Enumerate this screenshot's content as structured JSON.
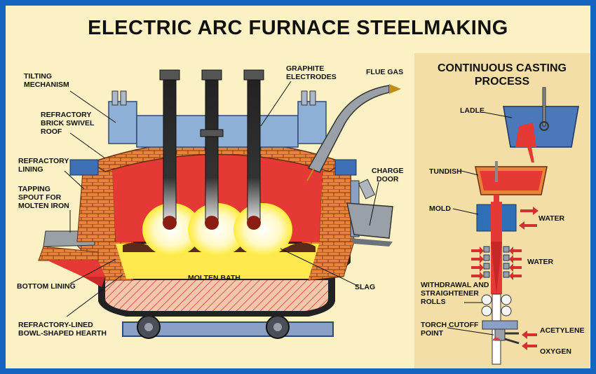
{
  "title": "ELECTRIC ARC FURNACE STEELMAKING",
  "furnace": {
    "labels": {
      "tilting": [
        "TILTING",
        "MECHANISM"
      ],
      "roof": [
        "REFRACTORY",
        "BRICK SWIVEL",
        "ROOF"
      ],
      "lining": [
        "REFRACTORY",
        "LINING"
      ],
      "spout": [
        "TAPPING",
        "SPOUT FOR",
        "MOLTEN IRON"
      ],
      "bottom": "BOTTOM LINING",
      "hearth": [
        "REFRACTORY-LINED",
        "BOWL-SHAPED HEARTH"
      ],
      "electrodes": [
        "GRAPHITE",
        "ELECTRODES"
      ],
      "flue": "FLUE GAS",
      "door": [
        "CHARGE",
        "DOOR"
      ],
      "slag": "SLAG",
      "bath": "MOLTEN BATH"
    }
  },
  "casting": {
    "title": [
      "CONTINUOUS CASTING",
      "PROCESS"
    ],
    "labels": {
      "ladle": "LADLE",
      "tundish": "TUNDISH",
      "mold": "MOLD",
      "water1": "WATER",
      "water2": "WATER",
      "withdrawal": [
        "WITHDRAWAL AND",
        "STRAIGHTENER",
        "ROLLS"
      ],
      "torch": [
        "TORCH CUTOFF",
        "POINT"
      ],
      "acetylene": "ACETYLENE",
      "oxygen": "OXYGEN"
    }
  },
  "colors": {
    "border": "#1565c0",
    "background": "#fbf1c4",
    "panel": "#f3dfa6",
    "molten": "#e53935",
    "brick": "#e8833a",
    "steel": "#4a78b8"
  }
}
